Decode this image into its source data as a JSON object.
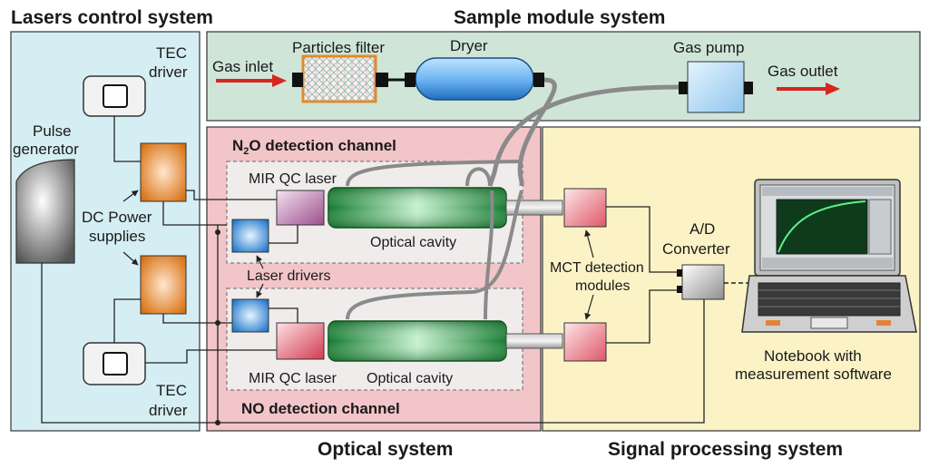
{
  "regions": {
    "lasers_control": "Lasers control system",
    "sample_module": "Sample module system",
    "optical": "Optical system",
    "signal_processing": "Signal processing system"
  },
  "channels": {
    "n2o_prefix": "N",
    "n2o_sub": "2",
    "n2o_suffix": "O detection channel",
    "no": "NO detection channel"
  },
  "labels": {
    "tec_driver_line1": "TEC",
    "tec_driver_line2": "driver",
    "pulse_line1": "Pulse",
    "pulse_line2": "generator",
    "dc_line1": "DC Power",
    "dc_line2": "supplies",
    "gas_inlet": "Gas inlet",
    "particles_filter": "Particles filter",
    "dryer": "Dryer",
    "gas_pump": "Gas pump",
    "gas_outlet": "Gas outlet",
    "mir_qc_laser": "MIR QC laser",
    "optical_cavity": "Optical cavity",
    "laser_drivers": "Laser drivers",
    "mct_line1": "MCT detection",
    "mct_line2": "modules",
    "ad_line1": "A/D",
    "ad_line2": "Converter",
    "notebook_line1": "Notebook with",
    "notebook_line2": "measurement software"
  },
  "colors": {
    "lasers_bg": "#d5eef3",
    "sample_bg": "#cfe5d8",
    "optical_bg": "#f2c5c9",
    "signal_bg": "#fbf3c6",
    "arrow_red": "#d6261f",
    "cavity_green": "#1e8b3a",
    "tube_gray": "#8a8a8a"
  }
}
